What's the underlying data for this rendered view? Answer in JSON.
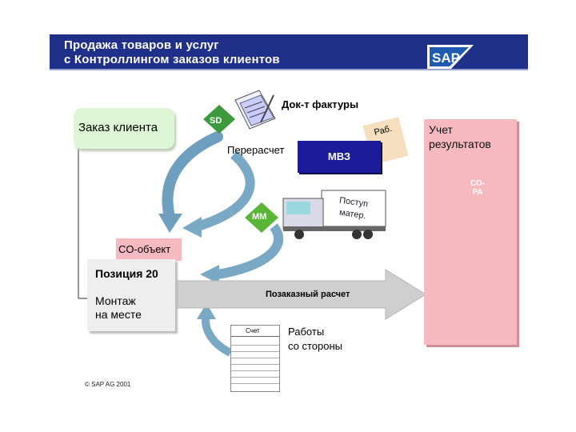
{
  "title": {
    "line1": "Продажа товаров  и услуг",
    "line2": "с Контроллингом заказов клиентов"
  },
  "logo": {
    "text": "SAP"
  },
  "diagram": {
    "customer_order": "Заказ клиента",
    "sd_badge": "SD",
    "invoice_label": "Док-т фактуры",
    "recalc_label": "Перерасчет",
    "mvz_box": "МВЗ",
    "rab_note": "Раб.",
    "results_box": "Учет\nрезультатов",
    "copa_badge_line1": "CO-",
    "copa_badge_line2": "PA",
    "mm_badge": "MM",
    "truck_line1": "Поступ",
    "truck_line2": "матер.",
    "co_object": "CO-объект",
    "position_line1": "Позиция 20",
    "position_line2": "Монтаж",
    "position_line3": "на месте",
    "order_costing": "Позаказный расчет",
    "invoice_doc_header": "Счет",
    "external_line1": "Работы",
    "external_line2": "со стороны"
  },
  "footer": {
    "copyright": "© SAP AG 2001"
  },
  "colors": {
    "title_bar": "#1f2f8a",
    "results_bg": "#f6b9c0",
    "mvz_bg": "#1c1c9a",
    "flow_arrow": "#6f9fbf",
    "big_arrow": "#cfcfcf"
  }
}
